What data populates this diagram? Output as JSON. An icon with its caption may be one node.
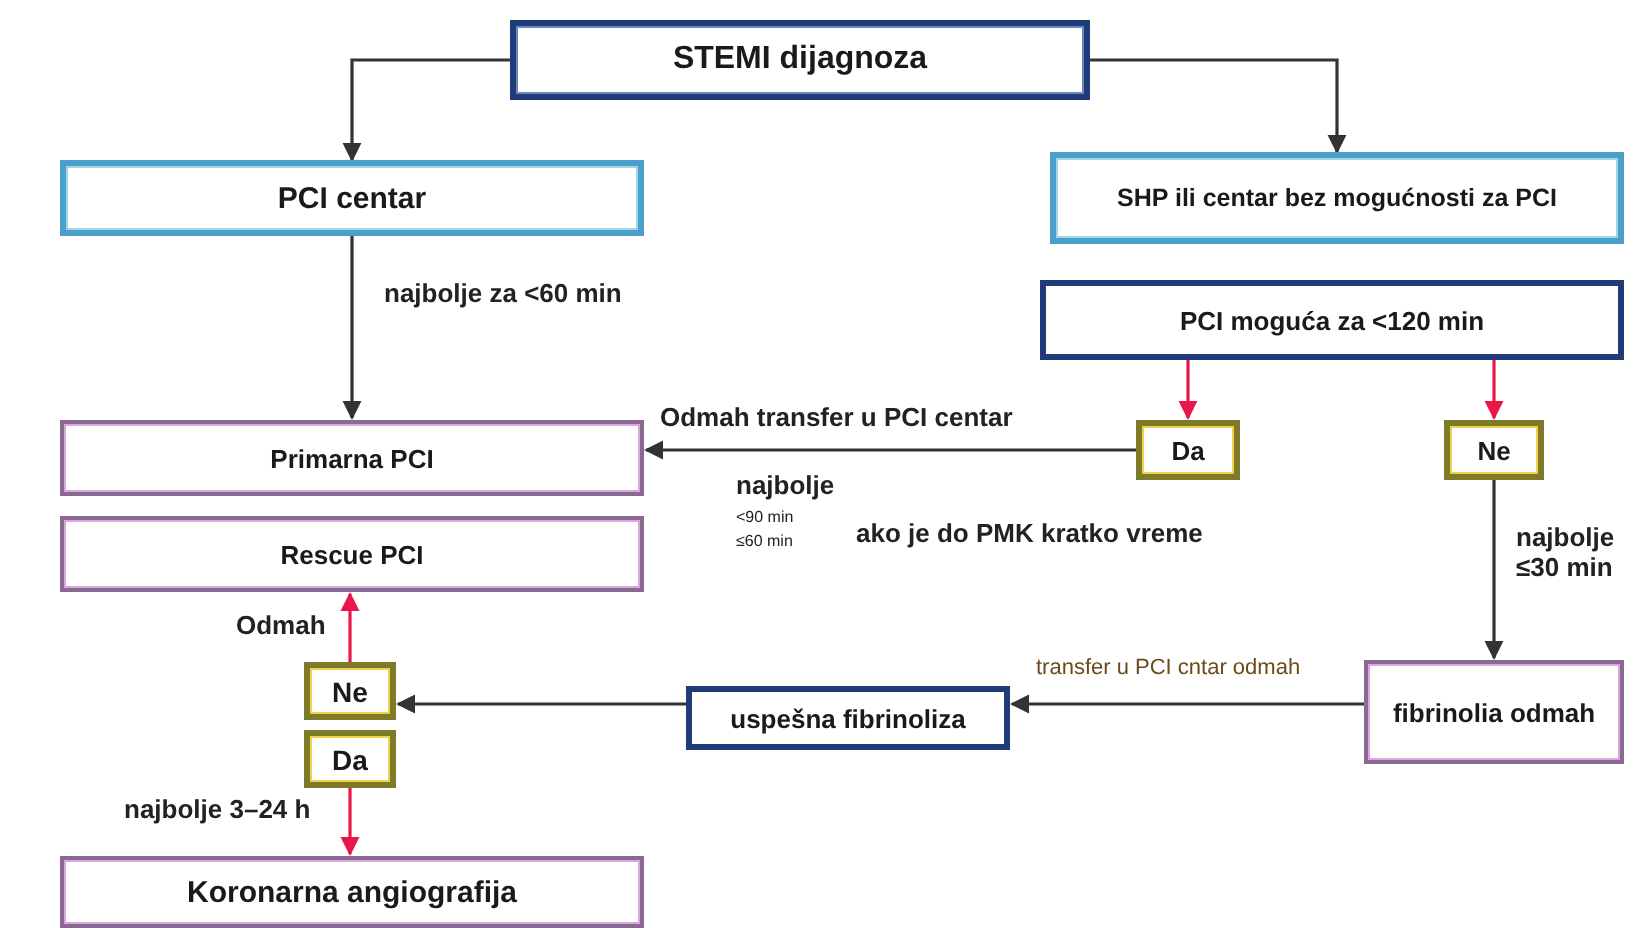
{
  "diagram": {
    "nodes": [
      {
        "text": [
          "STEMI dijagnoza"
        ]
      },
      {
        "text": [
          "PCI centar"
        ]
      },
      {
        "text": [
          "SHP ili centar bez mogućnosti za PCI"
        ]
      },
      {
        "text": [
          "PCI moguća za <120 min"
        ]
      },
      {
        "text": [
          "Primarna PCI"
        ]
      },
      {
        "text": [
          "Rescue PCI"
        ]
      },
      {
        "text": [
          "Da"
        ]
      },
      {
        "text": [
          "Ne"
        ]
      },
      {
        "text": [
          "fibrinolia odmah"
        ]
      },
      {
        "text": [
          "uspešna fibrinoliza"
        ]
      },
      {
        "text": [
          "Ne"
        ]
      },
      {
        "text": [
          "Da"
        ]
      },
      {
        "text": [
          "Koronarna angiografija"
        ]
      }
    ],
    "edges": [
      {
        "from": 0,
        "to": 1,
        "arrow": "to"
      },
      {
        "from": 0,
        "to": 2,
        "arrow": "to"
      },
      {
        "from": 1,
        "to": 4,
        "arrow": "to",
        "label": "najbolje za <60 min"
      },
      {
        "from": 3,
        "to": 6,
        "arrow": "to",
        "color": "#e8174a"
      },
      {
        "from": 3,
        "to": 7,
        "arrow": "to",
        "color": "#e8174a"
      },
      {
        "from": 6,
        "to": 4,
        "arrow": "to",
        "label": "Odmah transfer u PCI centar"
      },
      {
        "from": 7,
        "to": 8,
        "arrow": "to",
        "label": "najbolje ≤30 min"
      },
      {
        "from": 8,
        "to": 9,
        "arrow": "to",
        "label": "transfer u PCI cntar odmah"
      },
      {
        "from": 9,
        "to": 10,
        "arrow": "to"
      },
      {
        "from": 10,
        "to": 5,
        "arrow": "to",
        "color": "#e8174a",
        "label": "Odmah"
      },
      {
        "from": 11,
        "to": 12,
        "arrow": "to",
        "color": "#e8174a",
        "label": "najbolje 3–24 h"
      }
    ],
    "labels": [
      "najbolje",
      "<90 min",
      "≤60 min",
      "ako je do PMK kratko vreme"
    ]
  }
}
